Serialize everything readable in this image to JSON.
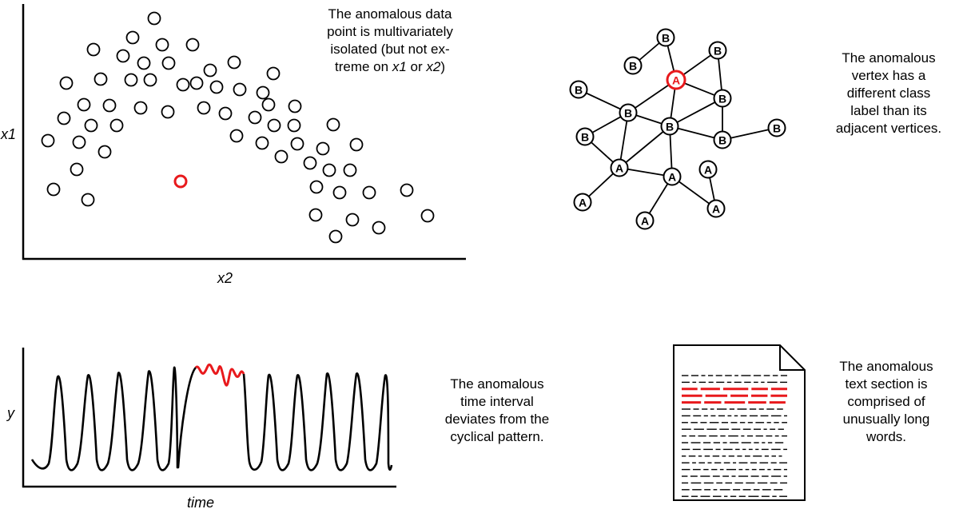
{
  "scatter_panel": {
    "xlabel": "x2",
    "ylabel": "x1",
    "caption_lines": [
      "The anomalous data",
      "point is multivariately",
      "isolated (but not ex-"
    ],
    "caption_last": {
      "pre": "treme on ",
      "v1": "x1",
      "mid": " or ",
      "v2": "x2",
      "post": ")"
    }
  },
  "graph_panel": {
    "caption_lines": [
      "The anomalous",
      "vertex has a",
      "different class",
      "label than its",
      "adjacent vertices."
    ],
    "node_labels": {
      "a": "A",
      "b": "B"
    }
  },
  "timeseries_panel": {
    "xlabel": "time",
    "ylabel": "y",
    "caption_lines": [
      "The anomalous",
      "time interval",
      "deviates from the",
      "cyclical pattern."
    ]
  },
  "document_panel": {
    "caption_lines": [
      "The anomalous",
      "text section is",
      "comprised of",
      "unusually long",
      "words."
    ]
  },
  "colors": {
    "anomaly": "#e8191c",
    "ink": "#000000"
  },
  "chart_data": {
    "type": "scatter",
    "xlabel": "x2",
    "ylabel": "x1",
    "normal_points": [
      [
        193,
        23
      ],
      [
        166,
        47
      ],
      [
        203,
        56
      ],
      [
        241,
        56
      ],
      [
        117,
        62
      ],
      [
        154,
        70
      ],
      [
        180,
        79
      ],
      [
        211,
        79
      ],
      [
        293,
        78
      ],
      [
        263,
        88
      ],
      [
        342,
        92
      ],
      [
        83,
        104
      ],
      [
        126,
        99
      ],
      [
        164,
        100
      ],
      [
        188,
        100
      ],
      [
        246,
        104
      ],
      [
        229,
        106
      ],
      [
        271,
        109
      ],
      [
        300,
        112
      ],
      [
        329,
        116
      ],
      [
        105,
        131
      ],
      [
        137,
        132
      ],
      [
        176,
        135
      ],
      [
        210,
        140
      ],
      [
        255,
        135
      ],
      [
        282,
        142
      ],
      [
        336,
        131
      ],
      [
        369,
        133
      ],
      [
        80,
        148
      ],
      [
        319,
        147
      ],
      [
        114,
        157
      ],
      [
        146,
        157
      ],
      [
        343,
        157
      ],
      [
        368,
        157
      ],
      [
        417,
        156
      ],
      [
        60,
        176
      ],
      [
        99,
        178
      ],
      [
        296,
        170
      ],
      [
        328,
        179
      ],
      [
        372,
        180
      ],
      [
        446,
        181
      ],
      [
        131,
        190
      ],
      [
        352,
        196
      ],
      [
        404,
        186
      ],
      [
        388,
        204
      ],
      [
        96,
        212
      ],
      [
        412,
        213
      ],
      [
        438,
        213
      ],
      [
        67,
        237
      ],
      [
        110,
        250
      ],
      [
        396,
        234
      ],
      [
        425,
        241
      ],
      [
        462,
        241
      ],
      [
        509,
        238
      ],
      [
        395,
        269
      ],
      [
        441,
        275
      ],
      [
        474,
        285
      ],
      [
        535,
        270
      ],
      [
        420,
        296
      ]
    ],
    "anomaly_point": [
      226,
      227
    ]
  }
}
